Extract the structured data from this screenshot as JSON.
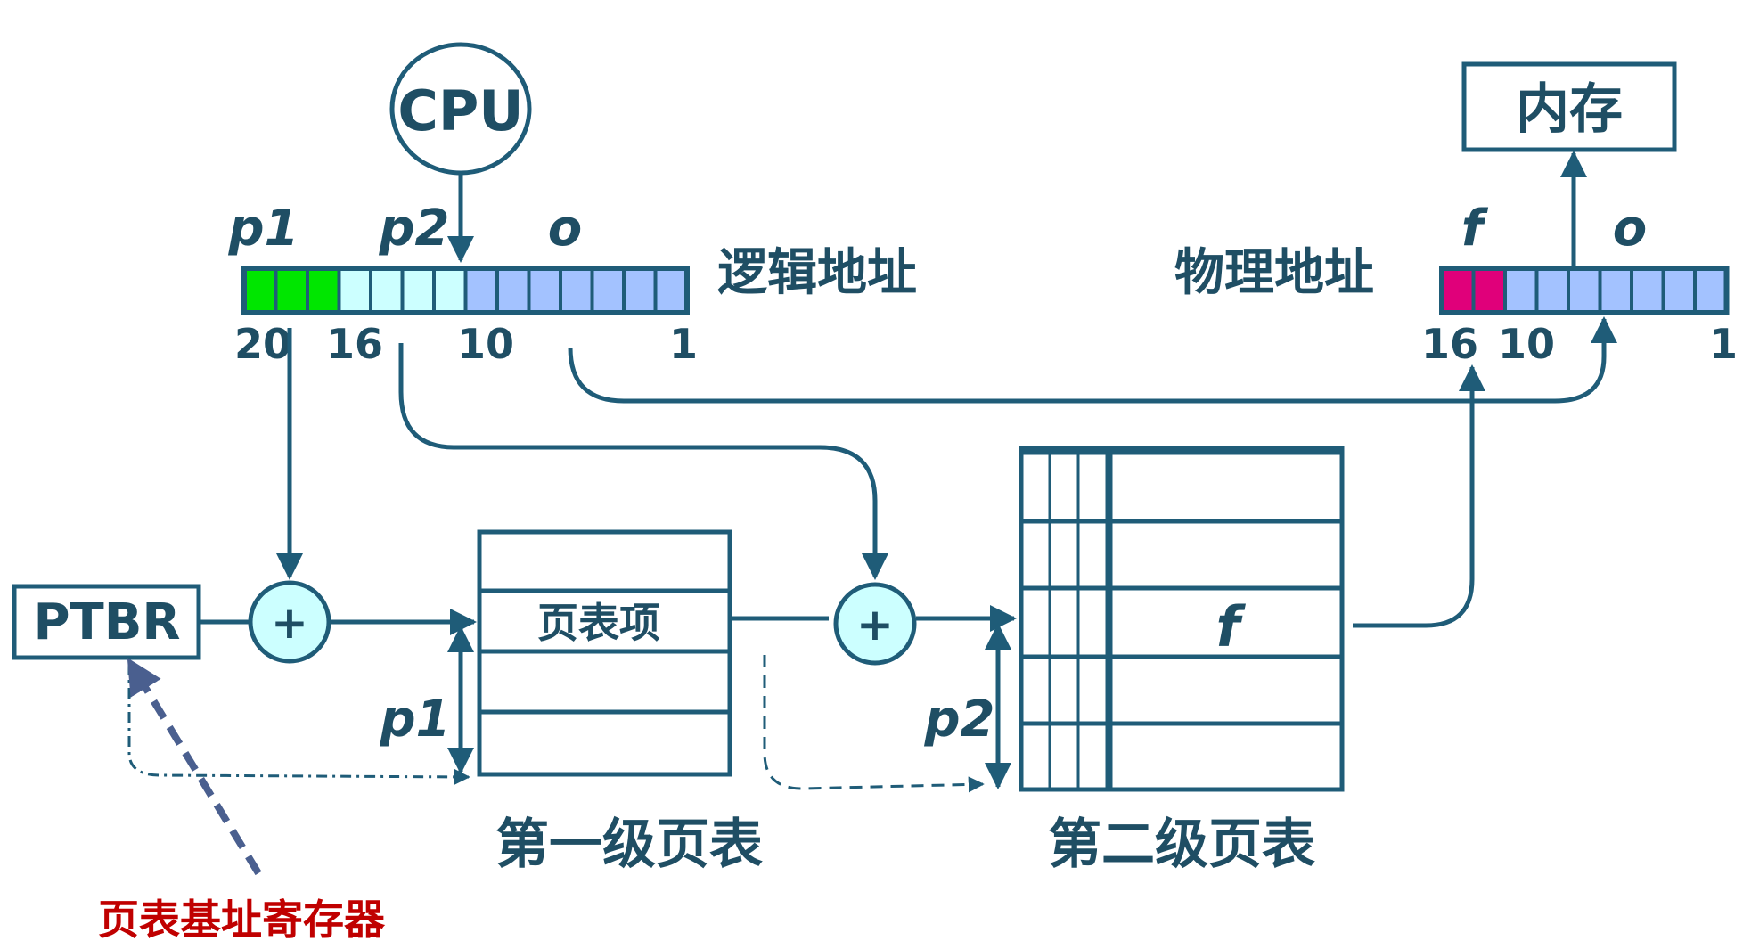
{
  "cpu_label": "CPU",
  "memory_label": "内存",
  "ptbr_label": "PTBR",
  "ptbr_caption": "页表基址寄存器",
  "adder_symbol": "+",
  "logical_address": {
    "title": "逻辑地址",
    "field_p1": "p1",
    "field_p2": "p2",
    "field_o": "o",
    "bit_labels": [
      "20",
      "16",
      "10",
      "1"
    ],
    "cell_colors": [
      "#00e600",
      "#00e600",
      "#00e600",
      "#ccffff",
      "#ccffff",
      "#ccffff",
      "#ccffff",
      "#a3c2ff",
      "#a3c2ff",
      "#a3c2ff",
      "#a3c2ff",
      "#a3c2ff",
      "#a3c2ff",
      "#a3c2ff"
    ]
  },
  "physical_address": {
    "title": "物理地址",
    "field_f": "f",
    "field_o": "o",
    "bit_labels": [
      "16",
      "10",
      "1"
    ],
    "cell_colors": [
      "#e0007a",
      "#e0007a",
      "#a3c2ff",
      "#a3c2ff",
      "#a3c2ff",
      "#a3c2ff",
      "#a3c2ff",
      "#a3c2ff",
      "#a3c2ff"
    ]
  },
  "level1_table": {
    "title": "第一级页表",
    "entry_label": "页表项",
    "offset_label": "p1"
  },
  "level2_table": {
    "title": "第二级页表",
    "entry_label": "f",
    "offset_label": "p2"
  },
  "colors": {
    "stroke": "#1f5c78",
    "text": "#1f4e64",
    "adder_fill": "#ccffff",
    "caption_red": "#c00000",
    "ptbr_arrow": "#4a5f8f"
  }
}
